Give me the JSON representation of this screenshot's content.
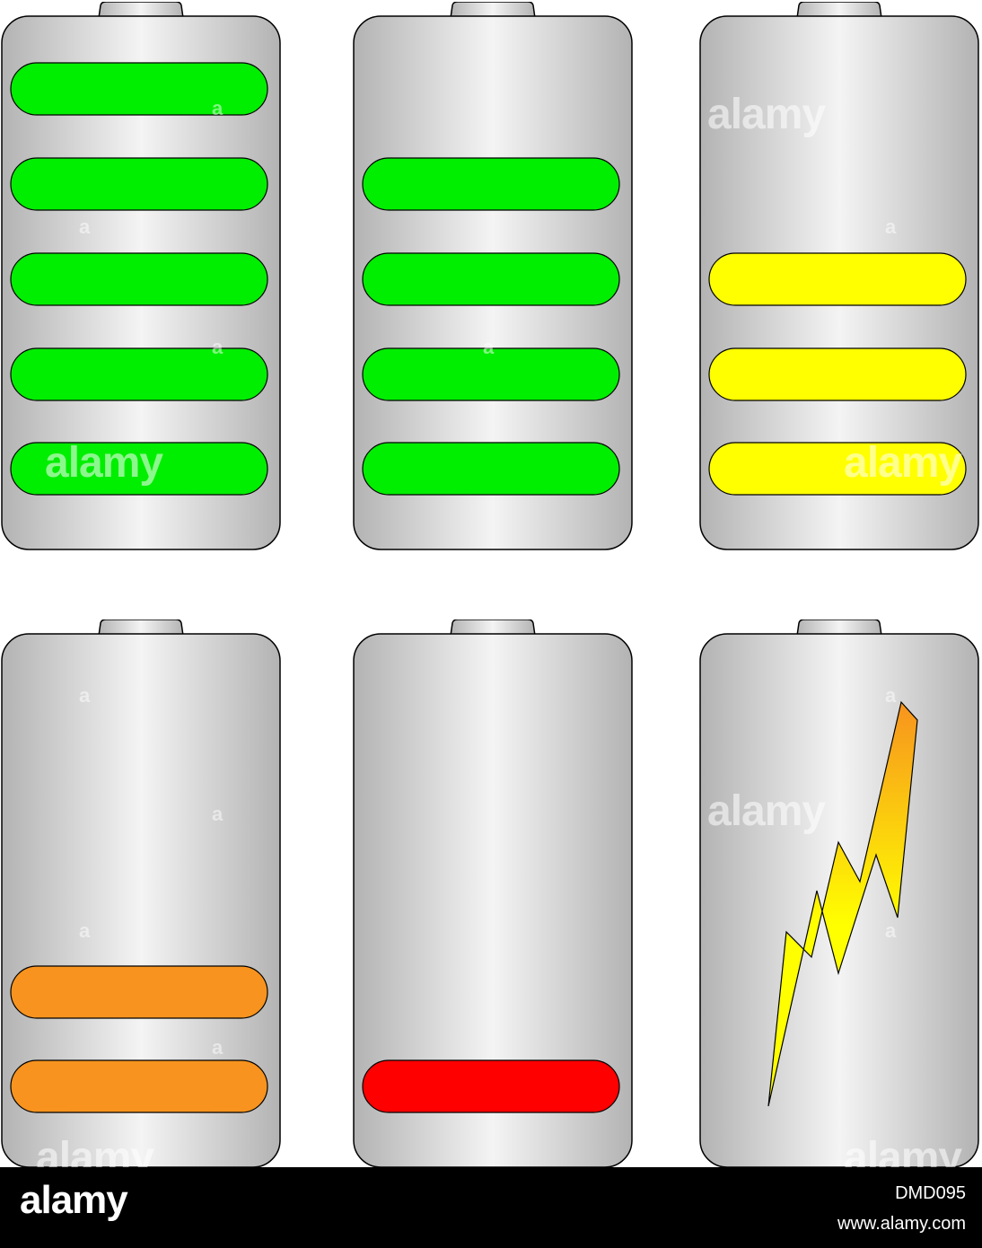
{
  "watermark_text": "alamy",
  "watermark_mark": "a",
  "footer": {
    "logo": "alamy",
    "image_id": "DMD095",
    "url": "www.alamy.com"
  },
  "colors": {
    "green": "#00ee00",
    "yellow": "#ffff00",
    "orange": "#f7931e",
    "red": "#ff0000",
    "bolt_top": "#f7931e",
    "bolt_bottom": "#ffff00",
    "casing_dark": "#b3b3b3",
    "casing_light": "#f4f4f4",
    "outline": "#000000"
  },
  "batteries": [
    {
      "name": "full",
      "level_bars": 5,
      "max_bars": 5,
      "bar_color": "green"
    },
    {
      "name": "four-bars",
      "level_bars": 4,
      "max_bars": 5,
      "bar_color": "green"
    },
    {
      "name": "three-bars",
      "level_bars": 3,
      "max_bars": 5,
      "bar_color": "yellow"
    },
    {
      "name": "two-bars",
      "level_bars": 2,
      "max_bars": 5,
      "bar_color": "orange"
    },
    {
      "name": "one-bar",
      "level_bars": 1,
      "max_bars": 5,
      "bar_color": "red"
    },
    {
      "name": "charging",
      "level_bars": 0,
      "max_bars": 5,
      "bar_color": null,
      "icon": "lightning-bolt-icon"
    }
  ]
}
